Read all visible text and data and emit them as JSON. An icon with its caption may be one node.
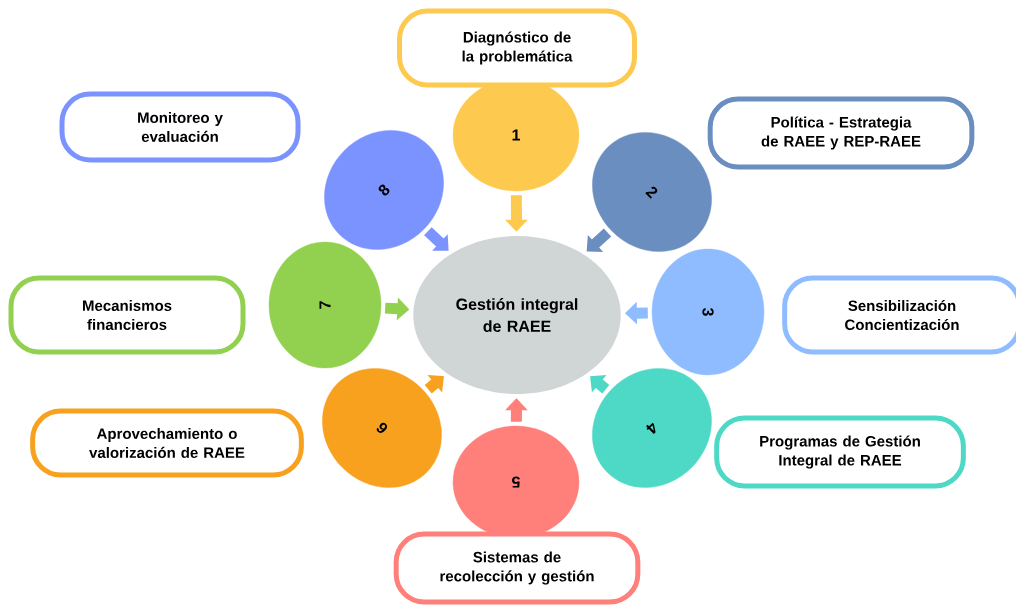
{
  "diagram": {
    "nodes": [
      {
        "text": [
          "Gestión integral de RAEE"
        ]
      },
      {
        "text": [
          "1"
        ]
      },
      {
        "text": [
          "2"
        ]
      },
      {
        "text": [
          "3"
        ]
      },
      {
        "text": [
          "4"
        ]
      },
      {
        "text": [
          "5"
        ]
      },
      {
        "text": [
          "6"
        ]
      },
      {
        "text": [
          "7"
        ]
      },
      {
        "text": [
          "8"
        ]
      },
      {
        "text": [
          "Diagnóstico de la problemática"
        ]
      },
      {
        "text": [
          "Política - Estrategia de RAEE y REP-RAEE"
        ]
      },
      {
        "text": [
          "Sensibilización Concientización"
        ]
      },
      {
        "text": [
          "Programas de Gestión Integral de RAEE"
        ]
      },
      {
        "text": [
          "Sistemas de recolección y gestión"
        ]
      },
      {
        "text": [
          "Aprovechamiento o valorización de RAEE"
        ]
      },
      {
        "text": [
          "Mecanismos financieros"
        ]
      },
      {
        "text": [
          "Monitoreo y evaluación"
        ]
      }
    ],
    "edges": [
      {
        "from": 1,
        "to": 0,
        "arrow": "to",
        "color": "#fdc94f"
      },
      {
        "from": 2,
        "to": 0,
        "arrow": "to",
        "color": "#6a8ebf"
      },
      {
        "from": 3,
        "to": 0,
        "arrow": "to",
        "color": "#8fbcff"
      },
      {
        "from": 4,
        "to": 0,
        "arrow": "to",
        "color": "#4dd9c6"
      },
      {
        "from": 5,
        "to": 0,
        "arrow": "to",
        "color": "#ff7f7a"
      },
      {
        "from": 6,
        "to": 0,
        "arrow": "to",
        "color": "#f7a11f"
      },
      {
        "from": 7,
        "to": 0,
        "arrow": "to",
        "color": "#92d050"
      },
      {
        "from": 8,
        "to": 0,
        "arrow": "to",
        "color": "#7b93ff"
      }
    ]
  }
}
